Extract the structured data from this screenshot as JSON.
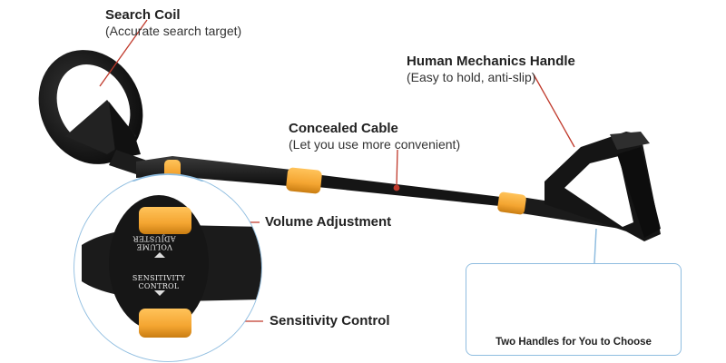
{
  "search_coil": {
    "title": "Search Coil",
    "subtitle": "(Accurate search target)"
  },
  "handle": {
    "title": "Human Mechanics Handle",
    "subtitle": "(Easy to hold, anti-slip)"
  },
  "cable": {
    "title": "Concealed Cable",
    "subtitle": "(Let you use more convenient)"
  },
  "volume": {
    "label": "Volume Adjustment",
    "knob_text": [
      "VOLUME",
      "ADJUSTER"
    ]
  },
  "sensitivity": {
    "label": "Sensitivity Control",
    "knob_text": [
      "SENSITIVITY",
      "CONTROL"
    ]
  },
  "handles_choice": {
    "caption": "Two Handles for You to Choose"
  },
  "colors": {
    "accent": "#f4a531",
    "body": "#1a1a1a",
    "pointer": "#c0392b",
    "frame": "#8fbde0"
  },
  "icons": [
    "metal-detector-image",
    "search-coil-image",
    "handle-image",
    "knob-closeup-image",
    "triangle-handle-image",
    "hook-handle-image"
  ]
}
